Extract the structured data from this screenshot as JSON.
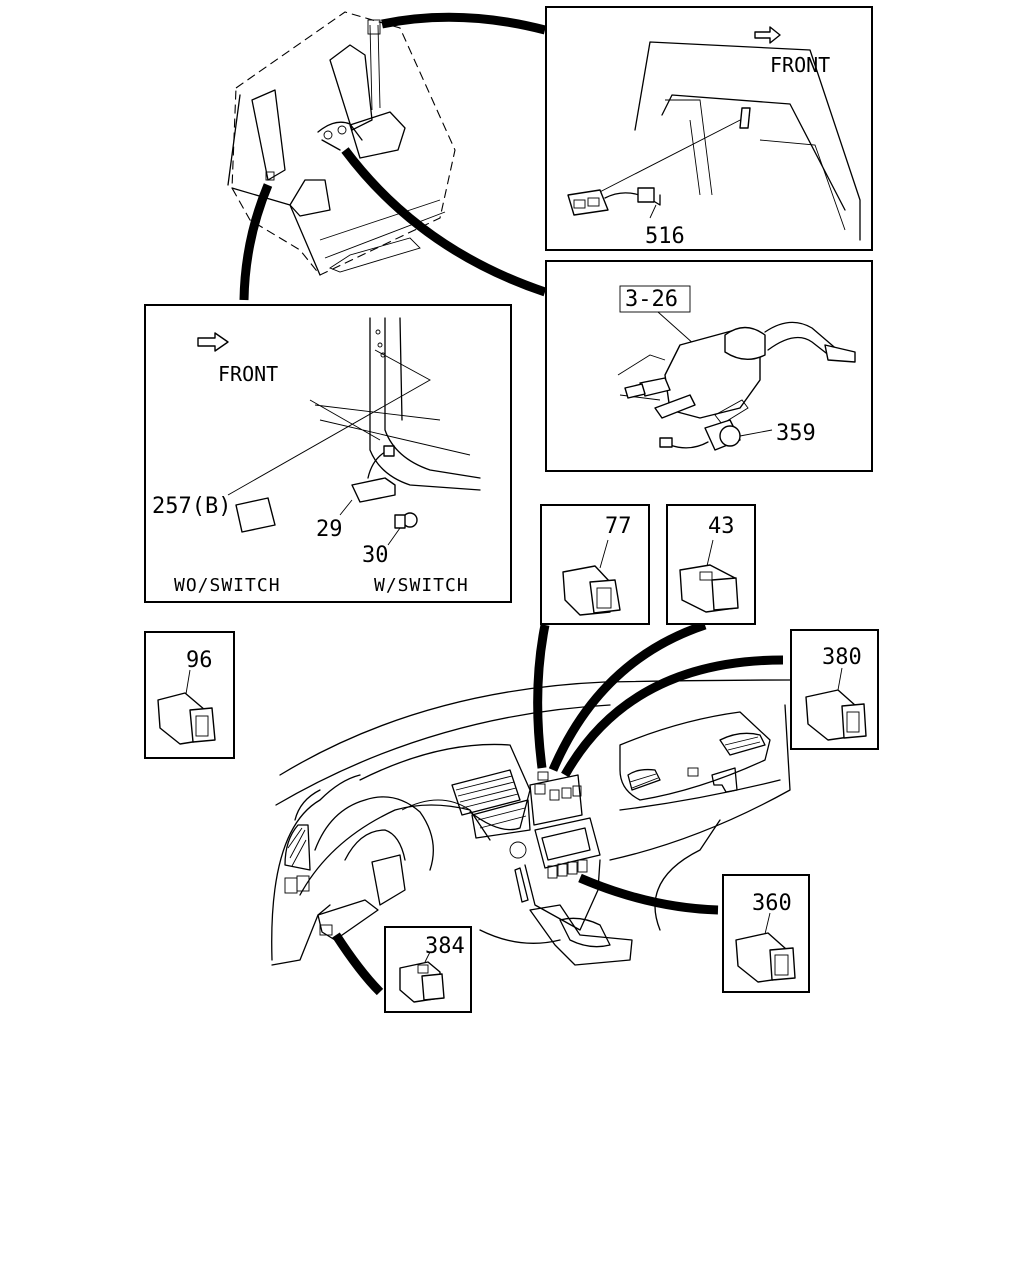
{
  "labels": {
    "front_1": "FRONT",
    "front_2": "FRONT",
    "p516": "516",
    "p3_26": "3-26",
    "p359": "359",
    "p257b": "257(B)",
    "p29": "29",
    "p30": "30",
    "wo_switch": "WO/SWITCH",
    "w_switch": "W/SWITCH",
    "p77": "77",
    "p43": "43",
    "p96": "96",
    "p380": "380",
    "p360": "360",
    "p384": "384"
  }
}
